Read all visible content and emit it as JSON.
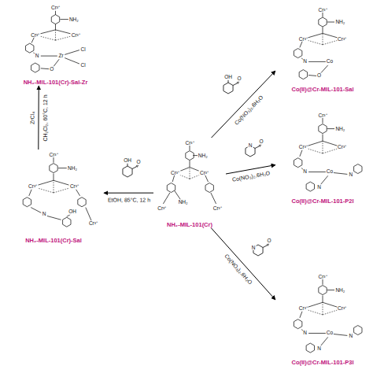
{
  "diagram": {
    "nodes": [
      {
        "text": [
          "NH₂-MIL-101(Cr)-Sal-Zr",
          "Cr³⁺",
          "NH₂",
          "Cr³⁺",
          "Cr³⁺",
          "N",
          "Zr",
          "Cl",
          "Cl",
          "O"
        ]
      },
      {
        "text": [
          "Co(II)@Cr-MIL-101-Sal",
          "Cr³⁺",
          "NH₂",
          "Cr³⁺",
          "Cr³⁺",
          "N",
          "Co",
          "O"
        ]
      },
      {
        "text": [
          "NH₂-MIL-101(Cr)-Sal",
          "Cr³⁺",
          "NH₂",
          "Cr³⁺",
          "Cr³⁺",
          "Cr³⁺",
          "N",
          "OH"
        ]
      },
      {
        "text": [
          "NH₂-MIL-101(Cr)",
          "Cr³⁺",
          "NH₂",
          "Cr³⁺",
          "Cr³⁺",
          "Cr³⁺",
          "Cr³⁺",
          "NH₂"
        ]
      },
      {
        "text": [
          "Co(II)@Cr-MIL-101-P2I",
          "Cr³⁺",
          "NH₂",
          "Cr³⁺",
          "Cr³⁺",
          "N",
          "Co",
          "N",
          "N"
        ]
      },
      {
        "text": [
          "Co(II)@Cr-MIL-101-P3I",
          "Cr³⁺",
          "NH₂",
          "Cr³⁺",
          "Cr³⁺",
          "N",
          "Co",
          "N",
          "N"
        ]
      }
    ],
    "edges": [
      {
        "from": 3,
        "to": 2,
        "label": "EtOH, 85°C, 12 h",
        "arrow": "to"
      },
      {
        "from": 2,
        "to": 0,
        "label": "ZrCl₄",
        "arrow": "to"
      },
      {
        "from": 3,
        "to": 1,
        "label": "Co(NO₃)₂.6H₂O",
        "arrow": "to"
      },
      {
        "from": 3,
        "to": 4,
        "label": "Co(NO₃)₂.6H₂O",
        "arrow": "to"
      },
      {
        "from": 3,
        "to": 5,
        "label": "Co(NO₃)₂.6H₂O",
        "arrow": "to"
      }
    ],
    "labels": [
      "CH₂Cl₂, 60°C, 12 h",
      "O",
      "OH",
      "O",
      "OH",
      "O",
      "N",
      "O",
      "N"
    ]
  }
}
